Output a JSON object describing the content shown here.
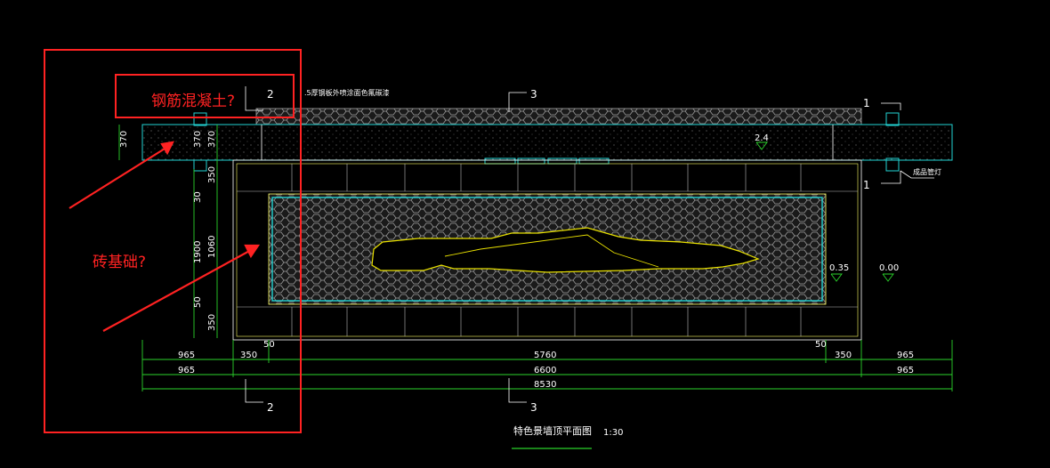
{
  "annotations": {
    "concrete_question": "钢筋混凝土?",
    "brick_question": "砖基础?"
  },
  "drawing": {
    "title": "特色景墙顶平面图",
    "scale": "1:30",
    "top_note": ".5厚钢板外喷涂面色氟碳漆",
    "right_note": "成品管灯",
    "section_marks": {
      "left": "2",
      "center": "3",
      "right": "1"
    },
    "elevations": [
      "2.4",
      "0.35",
      "0.00"
    ]
  },
  "dimensions": {
    "left_vertical": [
      "370",
      "370",
      "370",
      "350",
      "30",
      "1900",
      "1060",
      "50",
      "350"
    ],
    "row1": [
      "965",
      "350",
      "5760",
      "350",
      "965"
    ],
    "row2": [
      "965",
      "6600",
      "965"
    ],
    "row3": [
      "8530"
    ],
    "small_marks": [
      "50",
      "50"
    ]
  },
  "colors": {
    "background": "#000000",
    "annotation_red": "#ff2222",
    "dimension_green": "#2bd32b",
    "outline_white": "#ffffff",
    "stone_yellow": "#e8e000",
    "edge_cyan": "#22d3d3",
    "pattern_gray": "#8a8a8a"
  }
}
